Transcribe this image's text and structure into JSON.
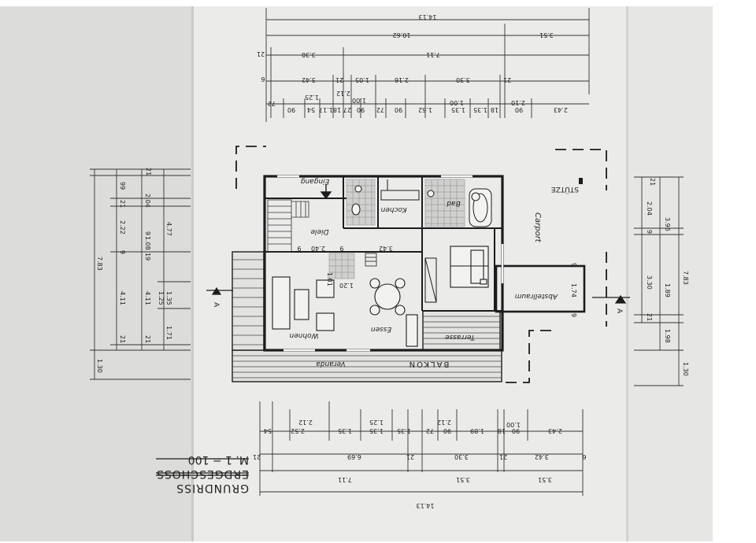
{
  "colors": {
    "paper": "#ebebea",
    "paper_left": "#d9d9d8",
    "ink": "#1c1c1c",
    "tile": "#9a9a9a"
  },
  "rooms": {
    "eingang": "Eingang",
    "kochen": "Kochen",
    "bad": "Bad",
    "diele": "Diele",
    "wohnen": "Wohnen",
    "essen": "Essen",
    "veranda": "Veranda",
    "balkon": "BALKON",
    "terrasse": "Terrasse",
    "abstellraum": "Abstellraum",
    "carport": "Carport",
    "stutze": "STÜTZE"
  },
  "title": {
    "line1": "GRUNDRISS",
    "line2": "ERDGESCHOSS",
    "scale": "M. 1 = 100"
  },
  "dimensions": {
    "top_row1": "14.13",
    "top_row2a": "10.62",
    "top_row2b": "3.51",
    "top_row3a": "21",
    "top_row3b": "3.30",
    "top_row3c": "7.11",
    "top_row4a": "6",
    "top_row4b": "3.42",
    "top_row4c": "21",
    "top_row4d": "1.05",
    "top_row4e": "2.16",
    "top_row4f": "3.30",
    "top_row4g": "21",
    "top_row5a": "1.25",
    "top_row5b": "2.12",
    "top_row5c": "1.00",
    "top_row5d": "1.00",
    "top_row5e": "2.10",
    "top_row6a": "72",
    "top_row6b": "90",
    "top_row6c": "54",
    "top_row6d": "1.17",
    "top_row6e": "18",
    "top_row6f": "27",
    "top_row6g": "90",
    "top_row6h": "72",
    "top_row6i": "90",
    "top_row6j": "1.62",
    "top_row6k": "1.35",
    "top_row6l": "1.35",
    "top_row6m": "18",
    "top_row6n": "90",
    "top_row6o": "2.43",
    "bot_row1": "14.13",
    "bot_row2a": "7.11",
    "bot_row2b": "3.51",
    "bot_row2c": "3.51",
    "bot_row3a": "21",
    "bot_row3b": "6.69",
    "bot_row3c": "21",
    "bot_row3d": "3.30",
    "bot_row3e": "21",
    "bot_row3f": "3.42",
    "bot_row3g": "6",
    "bot_row4a": "2.12",
    "bot_row4b": "1.25",
    "bot_row4c": "2.12",
    "bot_row4d": "1.00",
    "bot_row5a": "54",
    "bot_row5b": "2.52",
    "bot_row5c": "1.35",
    "bot_row5d": "1.35",
    "bot_row5e": "1.35",
    "bot_row5f": "72",
    "bot_row5g": "90",
    "bot_row5h": "1.89",
    "bot_row5i": "18",
    "bot_row5j": "90",
    "bot_row5k": "2.43",
    "left_a": "21",
    "left_b": "99",
    "left_c": "2.04",
    "left_d": "21",
    "left_e": "2.22",
    "left_f": "9",
    "left_g": "1.08",
    "left_h": "19",
    "left_i": "4.77",
    "left_j": "7.83",
    "left_k": "9",
    "left_l": "4.11",
    "left_m": "4.11",
    "left_n": "1.25",
    "left_o": "1.35",
    "left_p": "1.71",
    "left_q": "21",
    "left_r": "21",
    "left_s": "1.30",
    "right_a": "21",
    "right_b": "2.04",
    "right_c": "3.96",
    "right_d": "9",
    "right_e": "7.83",
    "right_f": "3.30",
    "right_g": "1.89",
    "right_h": "21",
    "right_i": "1.98",
    "right_j": "1.30",
    "inner_a": "9",
    "inner_b": "2.40",
    "inner_c": "9",
    "inner_d": "3.42",
    "inner_e": "1.01",
    "inner_f": "1.20",
    "inner_g": "1.74",
    "inner_h": "9",
    "inner_i": "9"
  }
}
